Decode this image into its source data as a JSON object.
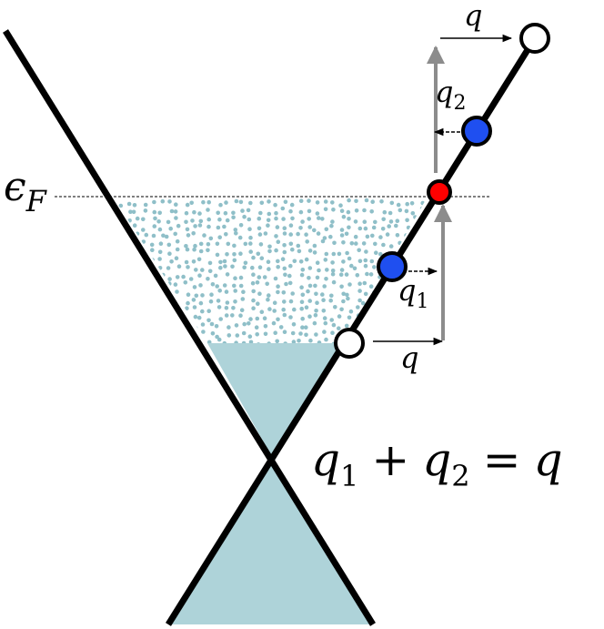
{
  "labels": {
    "fermi_symbol": "ϵ",
    "fermi_sub": "F",
    "q_top": "q",
    "q2_base": "q",
    "q2_sub": "2",
    "q1_base": "q",
    "q1_sub": "1",
    "q_bottom": "q",
    "equation": {
      "a_base": "q",
      "a_sub": "1",
      "plus": "+",
      "b_base": "q",
      "b_sub": "2",
      "equals": "=",
      "rhs": "q"
    }
  },
  "colors": {
    "cone_fill": "#aed3d9",
    "sea_dots": "#8fbfc8",
    "line": "#000000",
    "arrow_gray": "#8c8c8c",
    "blue_state": "#1f4ff0",
    "red_state": "#ff0000",
    "empty_state": "#ffffff"
  },
  "icons": {
    "empty_state": "white-circle",
    "occupied_state": "blue-circle",
    "fermi_state": "red-circle"
  }
}
